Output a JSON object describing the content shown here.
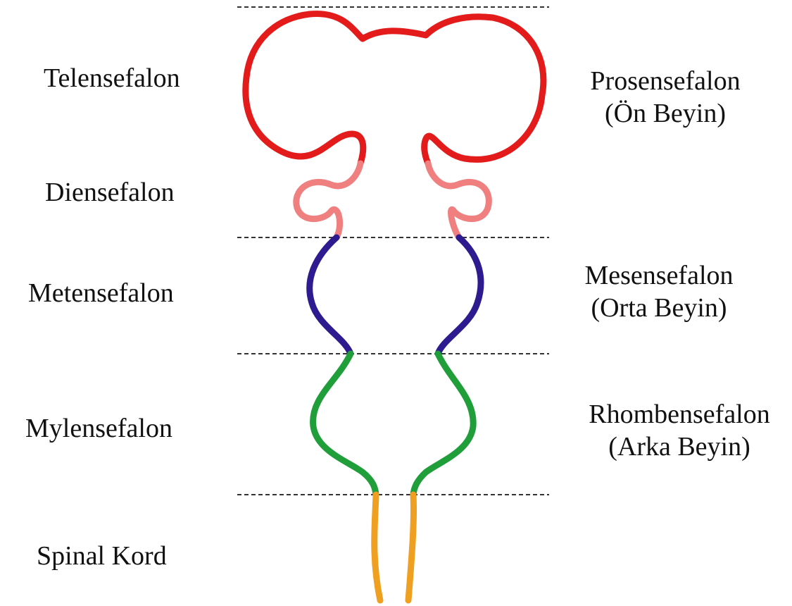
{
  "left_labels": {
    "telensefalon": "Telensefalon",
    "diensefalon": "Diensefalon",
    "metensefalon": "Metensefalon",
    "mylensefalon": "Mylensefalon",
    "spinal_kord": "Spinal Kord"
  },
  "right_labels": {
    "prosensefalon": {
      "name": "Prosensefalon",
      "sub": "(Ön Beyin)"
    },
    "mesensefalon": {
      "name": "Mesensefalon",
      "sub": "(Orta Beyin)"
    },
    "rhombensefalon": {
      "name": "Rhombensefalon",
      "sub": "(Arka Beyin)"
    }
  },
  "colors": {
    "telensefalon": "#e31b1b",
    "diensefalon": "#f08080",
    "metensefalon": "#2e1b8f",
    "mylensefalon": "#1f9e3a",
    "spinal_kord": "#f0a020",
    "divider": "#333333"
  }
}
